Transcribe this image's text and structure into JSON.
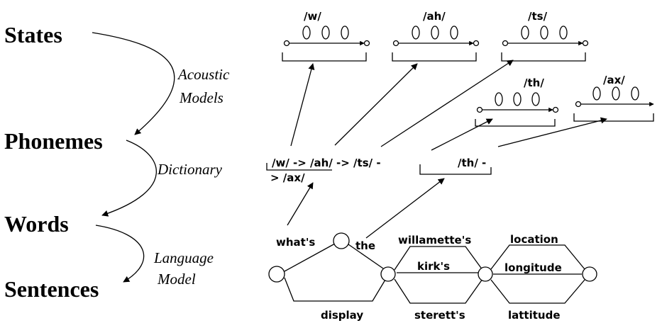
{
  "levels": {
    "states": "States",
    "phonemes": "Phonemes",
    "words": "Words",
    "sentences": "Sentences"
  },
  "transitions": {
    "acoustic_line1": "Acoustic",
    "acoustic_line2": "Models",
    "dictionary": "Dictionary",
    "language_line1": "Language",
    "language_line2": "Model"
  },
  "hmm_labels": {
    "w": "/w/",
    "ah": "/ah/",
    "ts": "/ts/",
    "th": "/th/",
    "ax": "/ax/"
  },
  "pronunciations": {
    "whats_line1": "/w/ -> /ah/ -> /ts/ -",
    "whats_line2": "> /ax/",
    "the": "/th/ -"
  },
  "word_graph": {
    "whats": "what's",
    "the": "the",
    "display": "display",
    "willamettes": "willamette's",
    "kirks": "kirk's",
    "steretts": "sterett's",
    "location": "location",
    "longitude": "longitude",
    "lattitude": "lattitude"
  }
}
